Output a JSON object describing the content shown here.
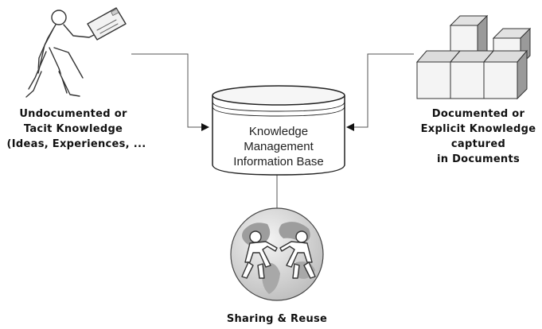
{
  "center_box": {
    "lines": [
      "Knowledge",
      "Management",
      "Information Base"
    ]
  },
  "left_node": {
    "lines": [
      "Undocumented or",
      "Tacit Knowledge",
      "(Ideas, Experiences, ..."
    ],
    "icon": "person-carrying-document-icon"
  },
  "right_node": {
    "lines": [
      "Documented or",
      "Explicit Knowledge",
      "captured",
      "in Documents"
    ],
    "icon": "stacked-boxes-icon"
  },
  "bottom_node": {
    "lines": [
      "Sharing & Reuse"
    ],
    "icon": "globe-with-people-icon"
  },
  "colors": {
    "stroke": "#333333",
    "box_top": "#e4e4e4",
    "box_front": "#f2f2f2",
    "box_side": "#9a9a9a",
    "globe": "#d9d9d9"
  }
}
